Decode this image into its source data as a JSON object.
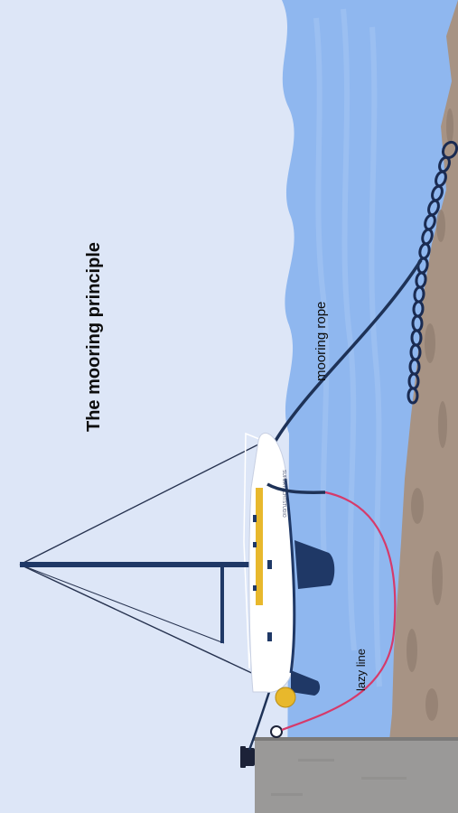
{
  "diagram": {
    "title": "The mooring principle",
    "labels": {
      "mooring_rope": "mooring rope",
      "lazy_line": "lazy line",
      "hull_marking": "SUPERYACHTSTUDIO"
    },
    "colors": {
      "sky": "#dde6f7",
      "water": "#8fb7ef",
      "seabed": "#a79384",
      "quay": "#9a9998",
      "rope": "#1e3257",
      "lazy_line": "#d63a6a",
      "fender": "#e8b82c",
      "hull": "#ffffff",
      "keel": "#1f3866"
    },
    "icons": {
      "chain": "anchor-chain-icon",
      "ring": "mooring-ring-icon",
      "bollard": "bollard-icon",
      "fender": "fender-icon"
    }
  }
}
